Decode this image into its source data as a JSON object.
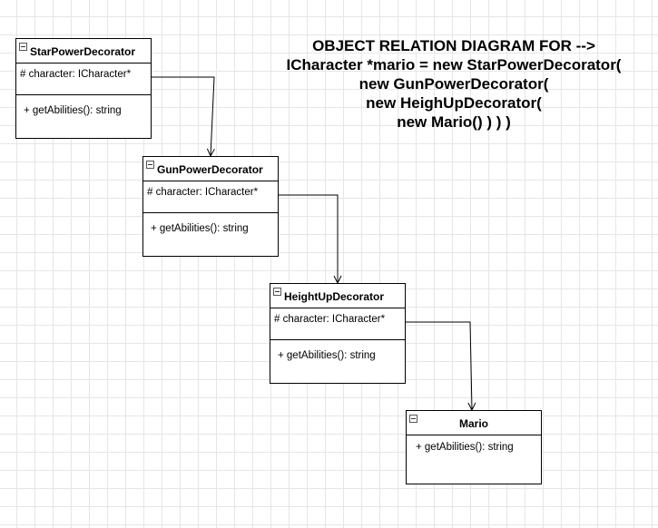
{
  "title": {
    "line1": "OBJECT RELATION DIAGRAM FOR -->",
    "line2": "ICharacter *mario = new StarPowerDecorator(",
    "line3": "new GunPowerDecorator(",
    "line4": "new HeighUpDecorator(",
    "line5": "new Mario() ) ) )"
  },
  "classes": {
    "star": {
      "name": "StarPowerDecorator",
      "attribute": "# character: ICharacter*",
      "operation": "+ getAbilities(): string"
    },
    "gun": {
      "name": "GunPowerDecorator",
      "attribute": "# character: ICharacter*",
      "operation": "+ getAbilities(): string"
    },
    "height": {
      "name": "HeightUpDecorator",
      "attribute": "# character: ICharacter*",
      "operation": "+ getAbilities(): string"
    },
    "mario": {
      "name": "Mario",
      "operation": "+ getAbilities(): string"
    }
  }
}
